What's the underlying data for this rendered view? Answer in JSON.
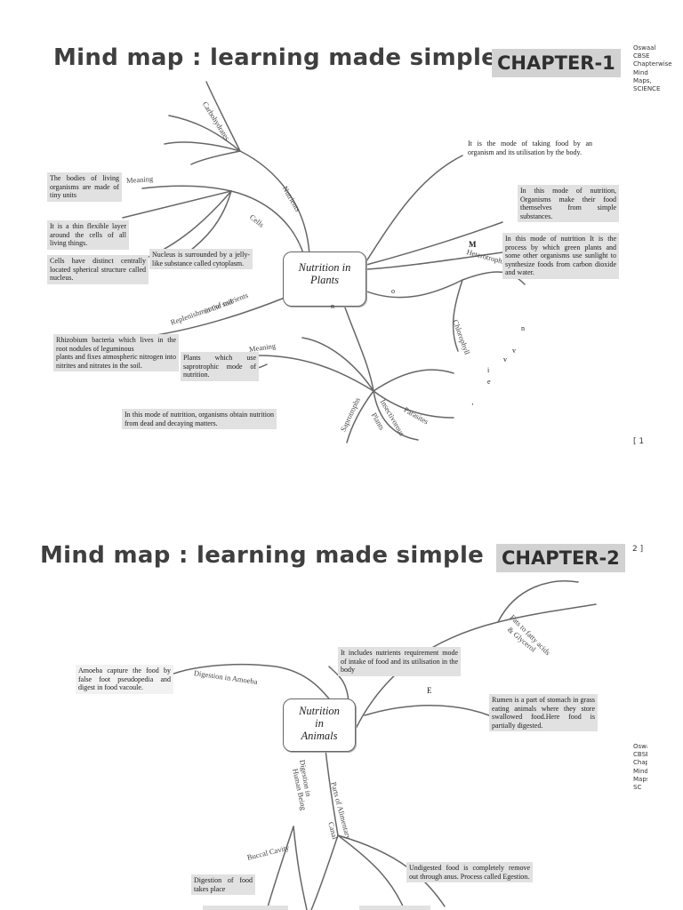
{
  "chapter1": {
    "heading": "Mind map : learning  made simple",
    "chapter_label": "CHAPTER-1",
    "center": [
      "Nutrition in",
      "Plants"
    ],
    "side_text": "Oswaal CBSE Chapterwise Mind Maps, SCIENCE",
    "page_number": "[ 1",
    "branch_labels": {
      "carbohydrates": "Carbohydrates",
      "nutrients": "Nutrients",
      "meaning": "Meaning",
      "cells": "Cells",
      "replenishment": "Replenishment of nutrients",
      "in_the_soil": "in the soil",
      "heterotrophic": "Heterotrophic",
      "chlorophyll": "Chlorophyll",
      "meaning2": "Meaning",
      "saprotrophs": "Saprotrophs",
      "insectivorous": "Insectivorous",
      "plants": "Plants",
      "parasites": "Parasites"
    },
    "stray_letters": [
      "M",
      "o",
      "n",
      "n",
      "v",
      "v",
      "i",
      "e",
      "‚"
    ],
    "boxes": {
      "definition": "It is the mode of taking food by an organism and its utilisation by the body.",
      "autotrophic": "In this mode of nutrition, Organisms make their food themselves from simple substances.",
      "heterotrophic_def": "In this mode of nutrition It is the process by which green plants and some other organisms use sunlight to synthesize foods from carbon dioxide and water.",
      "cells_bodies": "The bodies of living organisms are made of tiny units",
      "cell_membrane": "It is a thin flexible layer around the cells of all living things.",
      "nucleus": "Cells have distinct centrally located spherical structure called nucleus.",
      "cytoplasm": "Nucleus is surrounded by a jelly-like substance called cytoplasm.",
      "rhizobium_1": "Rhizobium bacteria which lives in the root nodules of leguminous",
      "rhizobium_2": "plants and fixes atmospheric nitrogen into nitrites and nitrates in the soil.",
      "saprotrophic": "Plants which use saprotrophic mode of nutrition.",
      "dead_matter": "In this mode of nutrition, organisms obtain nutrition from dead and decaying matters."
    }
  },
  "chapter2": {
    "heading": "Mind map : learning made simple",
    "chapter_label": "CHAPTER-2",
    "page_suffix": "2 ]",
    "center": [
      "Nutrition",
      "in",
      "Animals"
    ],
    "side_text": "Oswaal CBSE Chapterwise Mind Maps, SC",
    "branch_labels": {
      "digestion_amoeba": "Digestion in Amoeba",
      "fats": "Fats to fatty acids",
      "glycerol": "& Glycerol",
      "digestion_in": "Digestion in",
      "human_being": "Human Being",
      "parts_of": "Parts of Alimentary",
      "canal": "Canal",
      "buccal": "Buccal Cavity",
      "e_letter": "E"
    },
    "boxes": {
      "amoeba": "Amoeba capture the food by false foot pseudopedia and digest in food vacoule.",
      "includes": "It includes nutrients requirement mode of intake of food and its utilisation in the body",
      "rumen": "Rumen is a part of stomach in grass eating animals where they store swallowed food.Here food is partially digested.",
      "buccal_box": "Digestion of food takes place",
      "undigested": "Undigested food is completely remove out through anus. Process called Egestion."
    }
  }
}
